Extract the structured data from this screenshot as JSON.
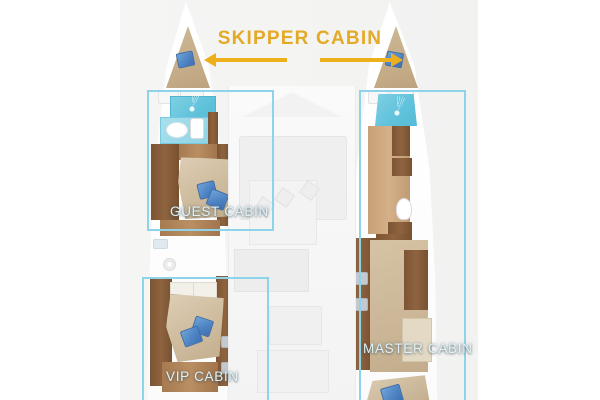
{
  "page": {
    "title": "Catamaran cabin layout diagram",
    "background_color": "#ffffff",
    "plan_background_color": "#f4f4f3"
  },
  "callout": {
    "skipper": {
      "label": "SKIPPER CABIN",
      "color": "#e3aa28",
      "arrow_color": "#edb01c",
      "arrow_left_name": "arrow-left",
      "arrow_right_name": "arrow-right"
    }
  },
  "highlight_color": "#8ed3ea",
  "label_color": "#dff1f7",
  "cabins": [
    {
      "id": "guest",
      "label": "GUEST CABIN",
      "hull": "left",
      "position": "forward"
    },
    {
      "id": "vip",
      "label": "VIP CABIN",
      "hull": "left",
      "position": "aft"
    },
    {
      "id": "master",
      "label": "MASTER CABIN",
      "hull": "right",
      "position": "full"
    }
  ],
  "features": {
    "bathroom_color": "#62c3dc",
    "wood_dark": "#7d5433",
    "wood_mid": "#a77a52",
    "wood_light": "#c7a077",
    "bed_color": "#cdba9c",
    "pillow_color": "#4f84c4",
    "saloon_color": "#f6f6f6"
  }
}
